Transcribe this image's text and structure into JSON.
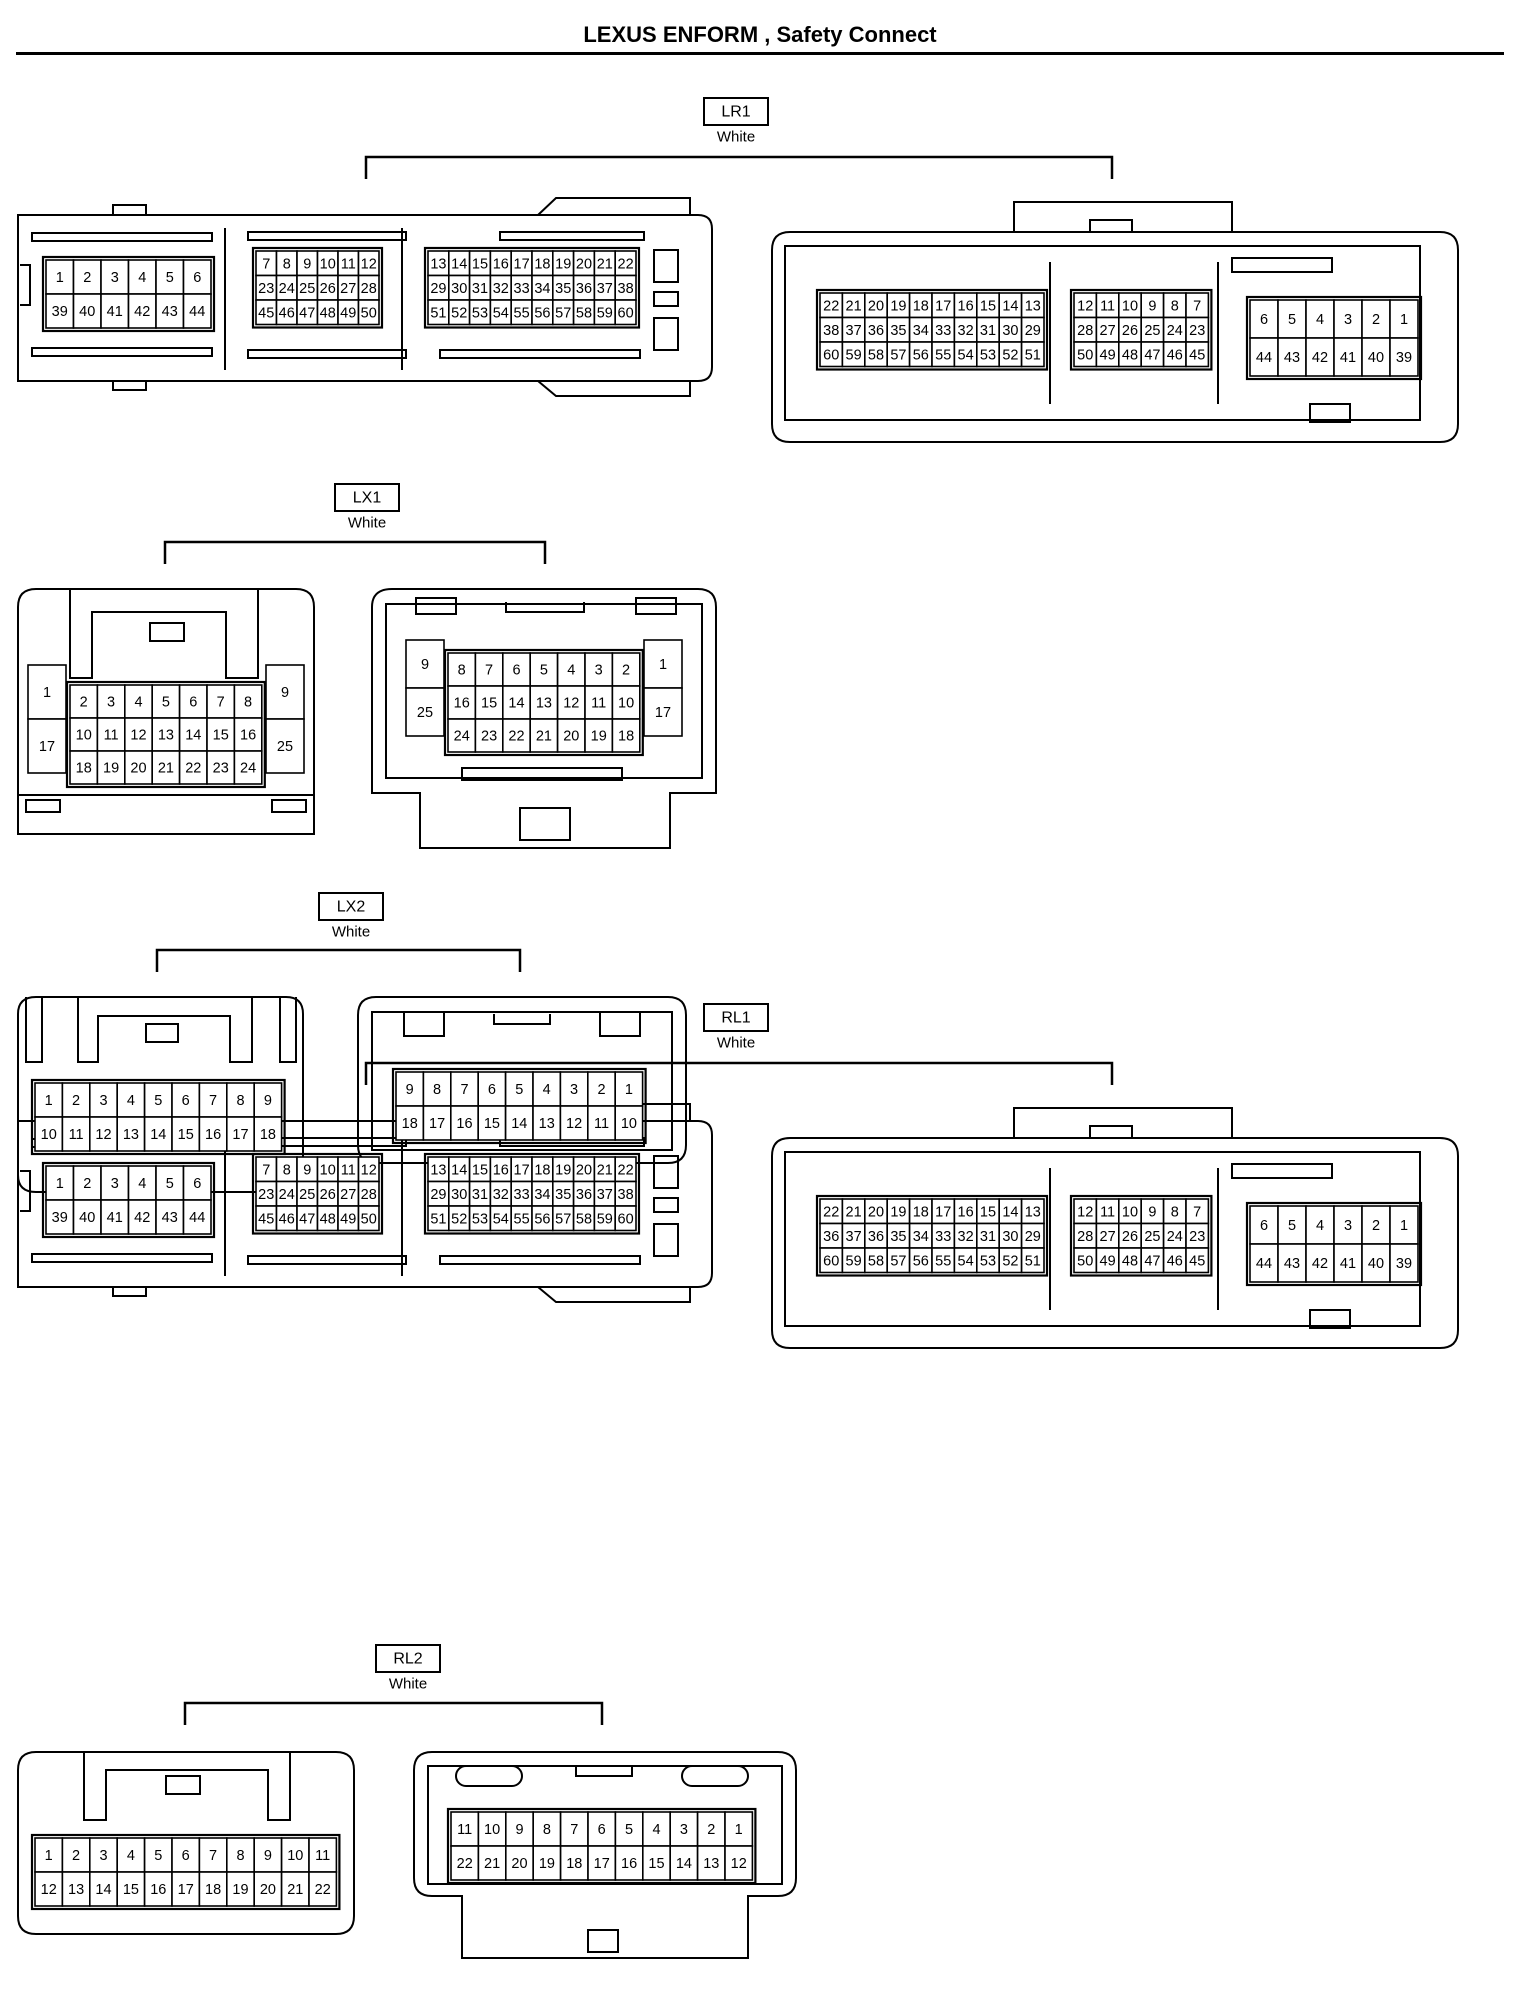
{
  "header": {
    "title": "LEXUS ENFORM , Safety Connect"
  },
  "connectors": [
    {
      "code": "LR1",
      "color": "White",
      "halves": [
        {
          "blocks": [
            {
              "rows": [
                [
                  "1",
                  "2",
                  "3",
                  "4",
                  "5",
                  "6"
                ],
                [
                  "39",
                  "40",
                  "41",
                  "42",
                  "43",
                  "44"
                ]
              ]
            },
            {
              "rows": [
                [
                  "7",
                  "8",
                  "9",
                  "10",
                  "11",
                  "12"
                ],
                [
                  "23",
                  "24",
                  "25",
                  "26",
                  "27",
                  "28"
                ],
                [
                  "45",
                  "46",
                  "47",
                  "48",
                  "49",
                  "50"
                ]
              ]
            },
            {
              "rows": [
                [
                  "13",
                  "14",
                  "15",
                  "16",
                  "17",
                  "18",
                  "19",
                  "20",
                  "21",
                  "22"
                ],
                [
                  "29",
                  "30",
                  "31",
                  "32",
                  "33",
                  "34",
                  "35",
                  "36",
                  "37",
                  "38"
                ],
                [
                  "51",
                  "52",
                  "53",
                  "54",
                  "55",
                  "56",
                  "57",
                  "58",
                  "59",
                  "60"
                ]
              ]
            }
          ]
        },
        {
          "blocks": [
            {
              "rows": [
                [
                  "22",
                  "21",
                  "20",
                  "19",
                  "18",
                  "17",
                  "16",
                  "15",
                  "14",
                  "13"
                ],
                [
                  "38",
                  "37",
                  "36",
                  "35",
                  "34",
                  "33",
                  "32",
                  "31",
                  "30",
                  "29"
                ],
                [
                  "60",
                  "59",
                  "58",
                  "57",
                  "56",
                  "55",
                  "54",
                  "53",
                  "52",
                  "51"
                ]
              ]
            },
            {
              "rows": [
                [
                  "12",
                  "11",
                  "10",
                  "9",
                  "8",
                  "7"
                ],
                [
                  "28",
                  "27",
                  "26",
                  "25",
                  "24",
                  "23"
                ],
                [
                  "50",
                  "49",
                  "48",
                  "47",
                  "46",
                  "45"
                ]
              ]
            },
            {
              "rows": [
                [
                  "6",
                  "5",
                  "4",
                  "3",
                  "2",
                  "1"
                ],
                [
                  "44",
                  "43",
                  "42",
                  "41",
                  "40",
                  "39"
                ]
              ]
            }
          ]
        }
      ]
    },
    {
      "code": "LX1",
      "color": "White",
      "halves": [
        {
          "side_left": [
            "1",
            "17"
          ],
          "side_right": [
            "9",
            "25"
          ],
          "rows": [
            [
              "2",
              "3",
              "4",
              "5",
              "6",
              "7",
              "8"
            ],
            [
              "10",
              "11",
              "12",
              "13",
              "14",
              "15",
              "16"
            ],
            [
              "18",
              "19",
              "20",
              "21",
              "22",
              "23",
              "24"
            ]
          ]
        },
        {
          "side_left": [
            "9",
            "25"
          ],
          "side_right": [
            "1",
            "17"
          ],
          "rows": [
            [
              "8",
              "7",
              "6",
              "5",
              "4",
              "3",
              "2"
            ],
            [
              "16",
              "15",
              "14",
              "13",
              "12",
              "11",
              "10"
            ],
            [
              "24",
              "23",
              "22",
              "21",
              "20",
              "19",
              "18"
            ]
          ]
        }
      ]
    },
    {
      "code": "LX2",
      "color": "White",
      "halves": [
        {
          "rows": [
            [
              "1",
              "2",
              "3",
              "4",
              "5",
              "6",
              "7",
              "8",
              "9"
            ],
            [
              "10",
              "11",
              "12",
              "13",
              "14",
              "15",
              "16",
              "17",
              "18"
            ]
          ]
        },
        {
          "rows": [
            [
              "9",
              "8",
              "7",
              "6",
              "5",
              "4",
              "3",
              "2",
              "1"
            ],
            [
              "18",
              "17",
              "16",
              "15",
              "14",
              "13",
              "12",
              "11",
              "10"
            ]
          ]
        }
      ]
    },
    {
      "code": "RL1",
      "color": "White",
      "halves": [
        {
          "blocks": [
            {
              "rows": [
                [
                  "1",
                  "2",
                  "3",
                  "4",
                  "5",
                  "6"
                ],
                [
                  "39",
                  "40",
                  "41",
                  "42",
                  "43",
                  "44"
                ]
              ]
            },
            {
              "rows": [
                [
                  "7",
                  "8",
                  "9",
                  "10",
                  "11",
                  "12"
                ],
                [
                  "23",
                  "24",
                  "25",
                  "26",
                  "27",
                  "28"
                ],
                [
                  "45",
                  "46",
                  "47",
                  "48",
                  "49",
                  "50"
                ]
              ]
            },
            {
              "rows": [
                [
                  "13",
                  "14",
                  "15",
                  "16",
                  "17",
                  "18",
                  "19",
                  "20",
                  "21",
                  "22"
                ],
                [
                  "29",
                  "30",
                  "31",
                  "32",
                  "33",
                  "34",
                  "35",
                  "36",
                  "37",
                  "38"
                ],
                [
                  "51",
                  "52",
                  "53",
                  "54",
                  "55",
                  "56",
                  "57",
                  "58",
                  "59",
                  "60"
                ]
              ]
            }
          ]
        },
        {
          "blocks": [
            {
              "rows": [
                [
                  "22",
                  "21",
                  "20",
                  "19",
                  "18",
                  "17",
                  "16",
                  "15",
                  "14",
                  "13"
                ],
                [
                  "36",
                  "37",
                  "36",
                  "35",
                  "34",
                  "33",
                  "32",
                  "31",
                  "30",
                  "29"
                ],
                [
                  "60",
                  "59",
                  "58",
                  "57",
                  "56",
                  "55",
                  "54",
                  "53",
                  "52",
                  "51"
                ]
              ]
            },
            {
              "rows": [
                [
                  "12",
                  "11",
                  "10",
                  "9",
                  "8",
                  "7"
                ],
                [
                  "28",
                  "27",
                  "26",
                  "25",
                  "24",
                  "23"
                ],
                [
                  "50",
                  "49",
                  "48",
                  "47",
                  "46",
                  "45"
                ]
              ]
            },
            {
              "rows": [
                [
                  "6",
                  "5",
                  "4",
                  "3",
                  "2",
                  "1"
                ],
                [
                  "44",
                  "43",
                  "42",
                  "41",
                  "40",
                  "39"
                ]
              ]
            }
          ]
        }
      ]
    },
    {
      "code": "RL2",
      "color": "White",
      "halves": [
        {
          "rows": [
            [
              "1",
              "2",
              "3",
              "4",
              "5",
              "6",
              "7",
              "8",
              "9",
              "10",
              "11"
            ],
            [
              "12",
              "13",
              "14",
              "15",
              "16",
              "17",
              "18",
              "19",
              "20",
              "21",
              "22"
            ]
          ]
        },
        {
          "rows": [
            [
              "11",
              "10",
              "9",
              "8",
              "7",
              "6",
              "5",
              "4",
              "3",
              "2",
              "1"
            ],
            [
              "22",
              "21",
              "20",
              "19",
              "18",
              "17",
              "16",
              "15",
              "14",
              "13",
              "12"
            ]
          ]
        }
      ]
    }
  ]
}
